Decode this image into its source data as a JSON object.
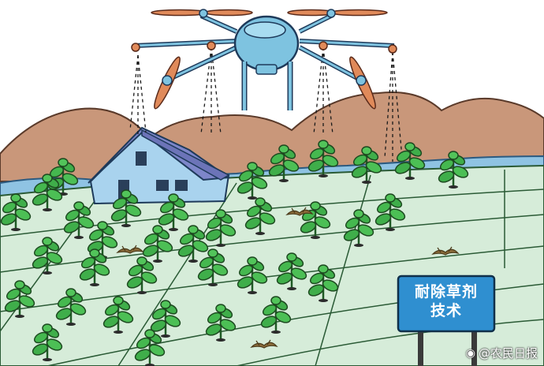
{
  "sign": {
    "line1": "耐除草剂",
    "line2": "技术"
  },
  "watermark": {
    "icon": "weibo-icon",
    "text": "@农民日报"
  },
  "colors": {
    "sky": "#ffffff",
    "mountain": "#c9977a",
    "water": "#8fc3e3",
    "field": "#d6ecd9",
    "plant": "#3fae4a",
    "drone": "#7ec3e0",
    "propeller": "#e08a5a",
    "house": "#a9d3ee",
    "roof": "#7d86c9",
    "sign": "#2f8fd0"
  }
}
